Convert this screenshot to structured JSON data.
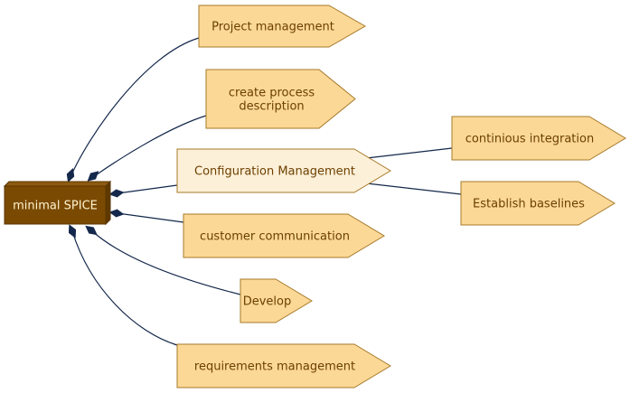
{
  "diagram": {
    "root": {
      "id": "root",
      "label": "minimal SPICE"
    },
    "colors": {
      "root_fill": "#7a4a02",
      "root_top": "#8d5a10",
      "root_side": "#5f3900",
      "root_stroke": "#5a3600",
      "node_fill": "#fcd897",
      "node_fill_active": "#fdf0d8",
      "node_stroke": "#a67a2a",
      "text_dark": "#6b3f00",
      "text_light": "#fff3cf",
      "edge": "#14284b"
    },
    "nodes": [
      {
        "id": "pm",
        "lines": [
          "Project management"
        ],
        "highlighted": false
      },
      {
        "id": "cpd",
        "lines": [
          "create process",
          "description"
        ],
        "highlighted": false
      },
      {
        "id": "cm",
        "lines": [
          "Configuration Management"
        ],
        "highlighted": true
      },
      {
        "id": "ci",
        "lines": [
          "continious integration"
        ],
        "highlighted": false
      },
      {
        "id": "eb",
        "lines": [
          "Establish baselines"
        ],
        "highlighted": false
      },
      {
        "id": "cc",
        "lines": [
          "customer communication"
        ],
        "highlighted": false
      },
      {
        "id": "dev",
        "lines": [
          "Develop"
        ],
        "highlighted": false
      },
      {
        "id": "rm",
        "lines": [
          "requirements management"
        ],
        "highlighted": false
      }
    ],
    "edges": [
      {
        "from": "root",
        "to": "pm"
      },
      {
        "from": "root",
        "to": "cpd"
      },
      {
        "from": "root",
        "to": "cm"
      },
      {
        "from": "root",
        "to": "cc"
      },
      {
        "from": "root",
        "to": "dev"
      },
      {
        "from": "root",
        "to": "rm"
      },
      {
        "from": "cm",
        "to": "ci"
      },
      {
        "from": "cm",
        "to": "eb"
      }
    ]
  }
}
